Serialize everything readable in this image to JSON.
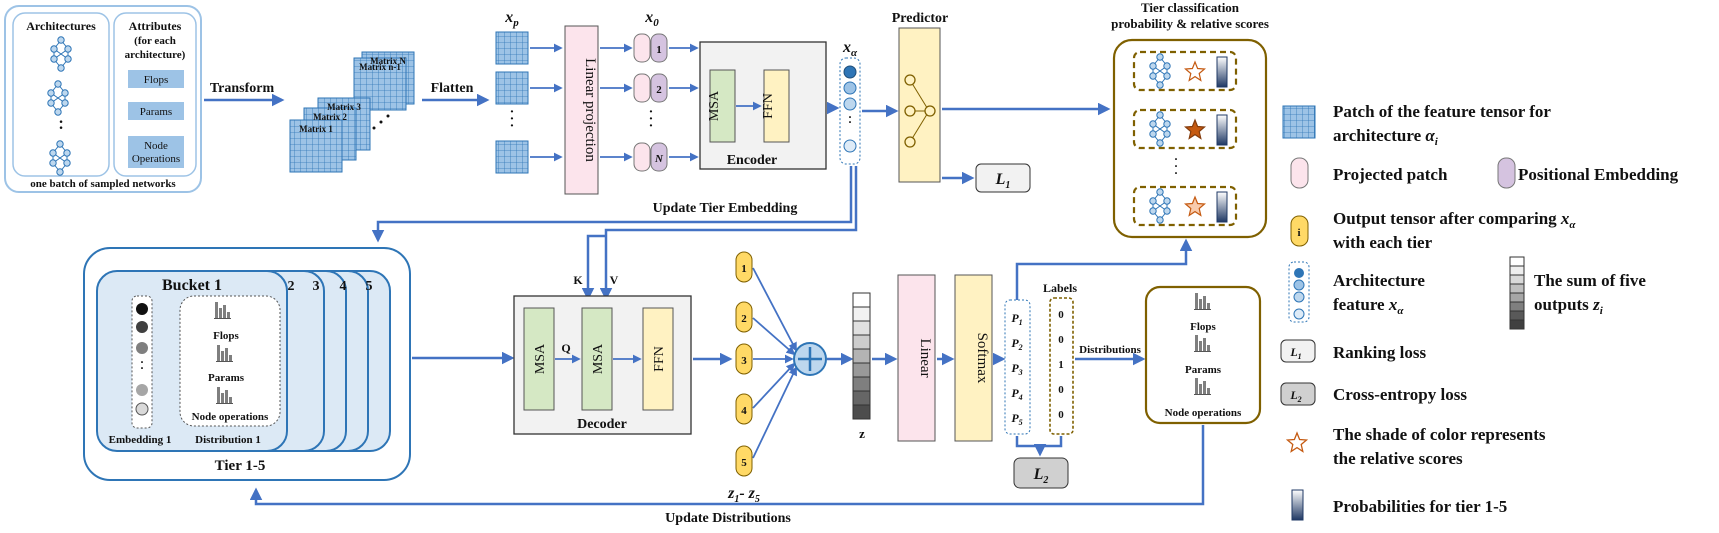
{
  "colors": {
    "arrow": "#4472c4",
    "patch": "#9dc3e6",
    "pink": "#fce4ec",
    "purple": "#d5c3e0",
    "green": "#d5e8c4",
    "yellow": "#fff2c2",
    "olive": "#7f6000",
    "lightblue": "#dce9f5"
  },
  "input": {
    "architectures": "Architectures",
    "attributes": "Attributes",
    "attributes_sub1": "(for each",
    "attributes_sub2": "architecture)",
    "flops": "Flops",
    "params": "Params",
    "node_ops1": "Node",
    "node_ops2": "Operations",
    "ellipsis": "·",
    "batch": "one batch of sampled networks"
  },
  "transform": "Transform",
  "flatten": "Flatten",
  "matrices": [
    "Matrix 1",
    "Matrix 2",
    "Matrix 3",
    "Matrix n-1",
    "Matrix N"
  ],
  "xp": "x",
  "xp_sub": "p",
  "x0": "x",
  "x0_sub": "0",
  "xa": "x",
  "xa_sub": "α",
  "linear_projection": "Linear projection",
  "tokens": [
    "1",
    "2",
    "N"
  ],
  "encoder": {
    "label": "Encoder",
    "msa": "MSA",
    "ffn": "FFN"
  },
  "update_tier": "Update Tier Embedding",
  "predictor": "Predictor",
  "l1": "L",
  "l1_sub": "1",
  "tier_title1": "Tier classification",
  "tier_title2": "probability & relative scores",
  "buckets": {
    "main": "Bucket 1",
    "nums": [
      "2",
      "3",
      "4",
      "5"
    ],
    "embedding": "Embedding 1",
    "distribution": "Distribution 1",
    "flops": "Flops",
    "params": "Params",
    "node_ops": "Node operations",
    "tier": "Tier 1-5"
  },
  "decoder": {
    "label": "Decoder",
    "msa1": "MSA",
    "msa2": "MSA",
    "ffn": "FFN",
    "k": "K",
    "v": "V",
    "q": "Q"
  },
  "z_nodes": [
    "1",
    "2",
    "3",
    "4",
    "5"
  ],
  "z_label": "z",
  "z_range": "z",
  "z_range_sub1": "1",
  "z_range_mid": "- z",
  "z_range_sub2": "5",
  "linear": "Linear",
  "softmax": "Softmax",
  "p_labels": [
    "P",
    "P",
    "P",
    "P",
    "P"
  ],
  "p_subs": [
    "1",
    "2",
    "3",
    "4",
    "5"
  ],
  "labels_title": "Labels",
  "labels": [
    "0",
    "0",
    "1",
    "0",
    "0"
  ],
  "distributions": "Distributions",
  "dist_box": {
    "flops": "Flops",
    "params": "Params",
    "node_ops": "Node operations"
  },
  "l2": "L",
  "l2_sub": "2",
  "update_dist": "Update Distributions",
  "legend": {
    "patch1": "Patch of the feature tensor for",
    "patch2": "architecture ",
    "patch_sym": "α",
    "patch_sub": "i",
    "projected": "Projected patch",
    "positional": "Positional Embedding",
    "output1": "Output tensor after comparing ",
    "output_sym": "x",
    "output_sub": "α",
    "output2": "with each tier",
    "output_icon": "i",
    "arch1": "Architecture",
    "arch2": "feature ",
    "arch_sym": "x",
    "arch_sub": "α",
    "sum1": "The sum of five",
    "sum2": "outputs ",
    "sum_sym": "z",
    "sum_sub": "i",
    "ranking": "Ranking loss",
    "ce": "Cross-entropy loss",
    "l1_icon": "L",
    "l1_icon_sub": "1",
    "l2_icon": "L",
    "l2_icon_sub": "2",
    "shade1": "The shade of color represents",
    "shade2": "the relative scores",
    "prob": "Probabilities for tier 1-5"
  }
}
